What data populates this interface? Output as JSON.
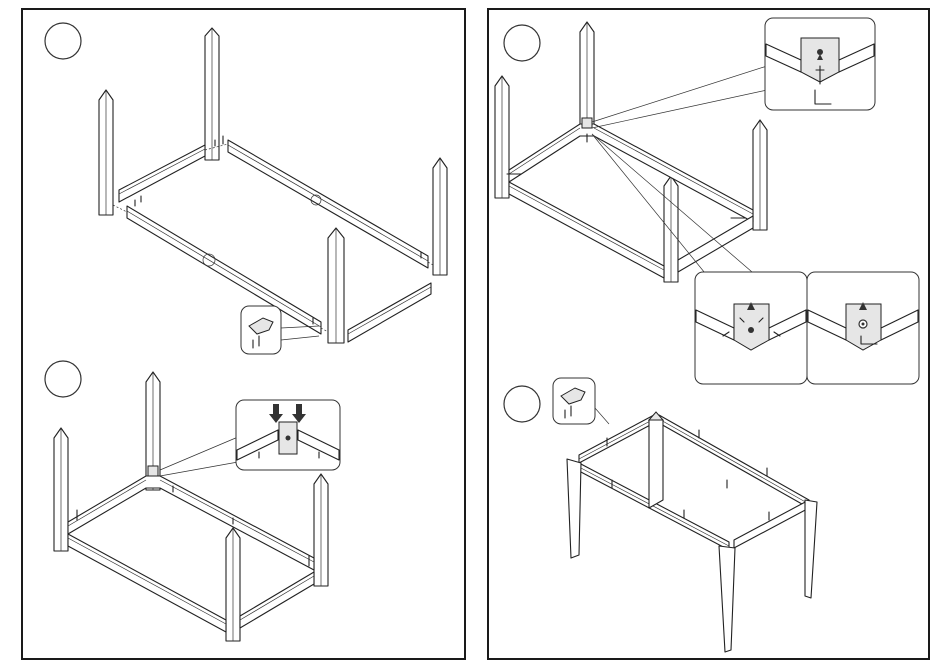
{
  "figure": {
    "panels": [
      {
        "id": "left-page",
        "steps": [
          "step-1",
          "step-2"
        ]
      },
      {
        "id": "right-page",
        "steps": [
          "step-3",
          "step-4"
        ]
      }
    ],
    "step_markers": [
      "blank-circle",
      "blank-circle",
      "blank-circle",
      "blank-circle"
    ],
    "icons": [
      "hand-tighten-icon",
      "arrow-down-icon",
      "hex-key-icon",
      "screw-icon"
    ],
    "colors": {
      "ink": "#222222",
      "paper": "#ffffff",
      "shade": "#e6e6e6"
    }
  }
}
